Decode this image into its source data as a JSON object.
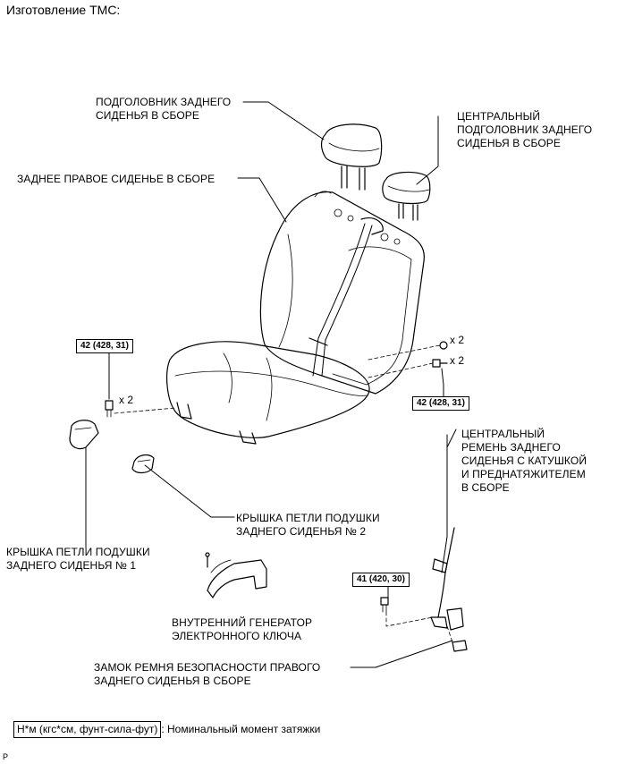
{
  "title": "Изготовление TMC:",
  "labels": {
    "headrest": "ПОДГОЛОВНИК ЗАДНЕГО\nСИДЕНЬЯ В СБОРЕ",
    "center_headrest": "ЦЕНТРАЛЬНЫЙ\nПОДГОЛОВНИК ЗАДНЕГО\nСИДЕНЬЯ В СБОРЕ",
    "right_seat": "ЗАДНЕЕ ПРАВОЕ СИДЕНЬЕ В СБОРЕ",
    "center_belt": "ЦЕНТРАЛЬНЫЙ\nРЕМЕНЬ ЗАДНЕГО\nСИДЕНЬЯ С КАТУШКОЙ\nИ ПРЕДНАТЯЖИТЕЛЕМ\nВ СБОРЕ",
    "hinge_cover_2": "КРЫШКА ПЕТЛИ ПОДУШКИ\nЗАДНЕГО СИДЕНЬЯ № 2",
    "hinge_cover_1": "КРЫШКА ПЕТЛИ ПОДУШКИ\nЗАДНЕГО СИДЕНЬЯ № 1",
    "key_generator": "ВНУТРЕННИЙ ГЕНЕРАТОР\nЭЛЕКТРОННОГО КЛЮЧА",
    "buckle": "ЗАМОК РЕМНЯ БЕЗОПАСНОСТИ ПРАВОГО\nЗАДНЕГО СИДЕНЬЯ В СБОРЕ"
  },
  "torques": {
    "left": "42 (428, 31)",
    "right": "42 (428, 31)",
    "buckle": "41 (420, 30)"
  },
  "quantities": {
    "left": "x 2",
    "right_top": "x 2",
    "right_bottom": "x 2"
  },
  "legend": {
    "unit": "Н*м (кгс*см, фунт-сила-фут)",
    "description": ": Номинальный момент затяжки"
  },
  "figure_mark": "P"
}
